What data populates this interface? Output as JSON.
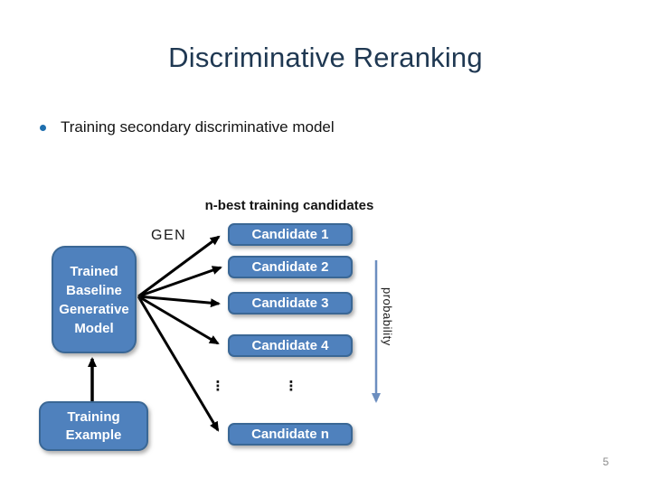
{
  "slide": {
    "title": "Discriminative Reranking",
    "bullet_text": "Training secondary discriminative model",
    "page_number": "5"
  },
  "diagram": {
    "top_label": "n-best training candidates",
    "gen_label": "GEN",
    "model_box_label": "Trained\nBaseline\nGenerative\nModel",
    "training_example_label": "Training\nExample",
    "candidates": [
      "Candidate 1",
      "Candidate 2",
      "Candidate 3",
      "Candidate 4",
      "Candidate n"
    ],
    "ellipsis": "⋮",
    "probability_label": "probability",
    "colors": {
      "box_fill": "#4F81BD",
      "box_border": "#3A6795",
      "box_text": "#FFFFFF",
      "title_text": "#1F3852",
      "bullet_dot": "#1F6FAE",
      "fan_arrows": "#000000",
      "probability_arrow": "#6C8EBF",
      "page_number_text": "#8A8A8A"
    }
  }
}
